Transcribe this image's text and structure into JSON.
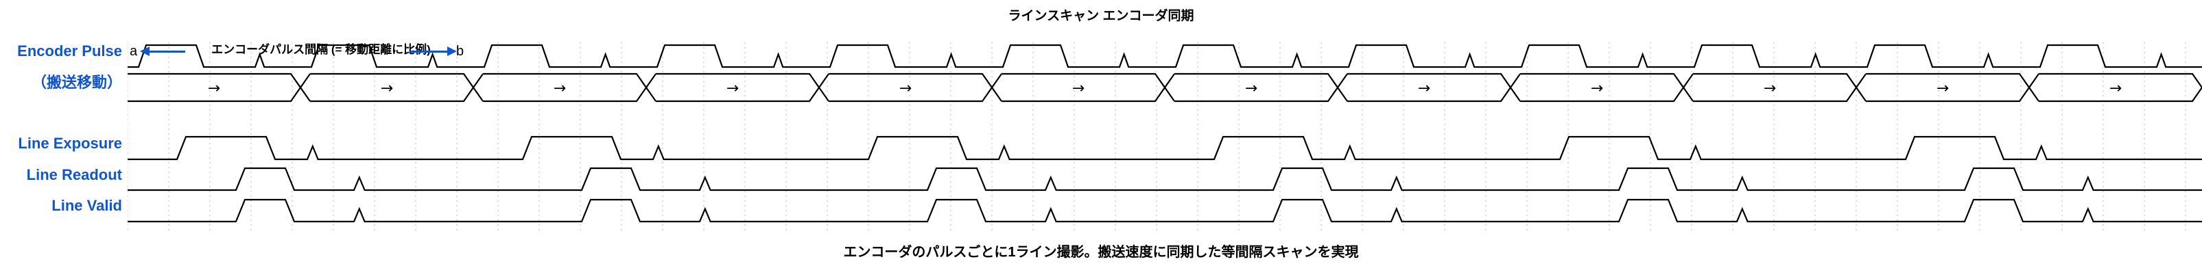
{
  "title": "ラインスキャン エンコーダ同期",
  "caption": "エンコーダのパルスごとに1ライン撮影。搬送速度に同期した等間隔スキャンを実現",
  "colors": {
    "label": "#1155cc",
    "annotation_arrow": "#1155cc",
    "waveform": "#000000",
    "grid": "#bbbbbb",
    "background": "#ffffff"
  },
  "signals": [
    {
      "name": "encoder-pulse",
      "label": "Encoder Pulse"
    },
    {
      "name": "transport-motion",
      "label": "（搬送移動）"
    },
    {
      "name": "line-exposure",
      "label": "Line Exposure"
    },
    {
      "name": "line-readout",
      "label": "Line Readout"
    },
    {
      "name": "line-valid",
      "label": "Line Valid"
    }
  ],
  "annotation": {
    "marker_a": "a",
    "marker_b": "b",
    "text": "エンコーダパルス間隔 (= 移動距離に比例)",
    "left_arrow": "←",
    "right_arrow": "→"
  },
  "bus": {
    "segment_glyph": "→",
    "segment_count": 12
  },
  "chart_data": {
    "type": "line",
    "title": "ラインスキャン エンコーダ同期",
    "xlabel": "",
    "ylabel": "",
    "grid": true,
    "legend_position": "left-labels",
    "x_unit": "px",
    "x_range": [
      0,
      3024
    ],
    "grid_spacing": 60,
    "period": 252,
    "series": [
      {
        "name": "Encoder Pulse",
        "style": "trapezoid-pulse-train",
        "description": "周期的なエンコーダパルス。幅広パルスと細いスパイクが交互。",
        "pulse_count": 12,
        "wide_pulse_width": 84,
        "narrow_spike_width": 10,
        "high_level": 1,
        "low_level": 0
      },
      {
        "name": "（搬送移動）",
        "style": "bus",
        "description": "搬送の移動区間。クロス遷移で区切られた等間隔のバスセグメント。",
        "segments": 12,
        "segment_width": 252
      },
      {
        "name": "Line Exposure",
        "style": "trapezoid-pulse-train",
        "description": "各エンコーダパルスに同期した露光期間。",
        "pulse_count": 6,
        "wide_pulse_width": 120,
        "narrow_spike_width": 10,
        "high_level": 1,
        "low_level": 0
      },
      {
        "name": "Line Readout",
        "style": "trapezoid-pulse-train",
        "description": "露光後の読み出し期間（露光に対し右方向へシフト）。",
        "pulse_count": 6,
        "wide_pulse_width": 66,
        "narrow_spike_width": 10,
        "high_level": 1,
        "low_level": 0
      },
      {
        "name": "Line Valid",
        "style": "trapezoid-pulse-train",
        "description": "有効ライン出力。Line Readout と同位相。",
        "pulse_count": 6,
        "wide_pulse_width": 66,
        "narrow_spike_width": 10,
        "high_level": 1,
        "low_level": 0
      }
    ]
  }
}
